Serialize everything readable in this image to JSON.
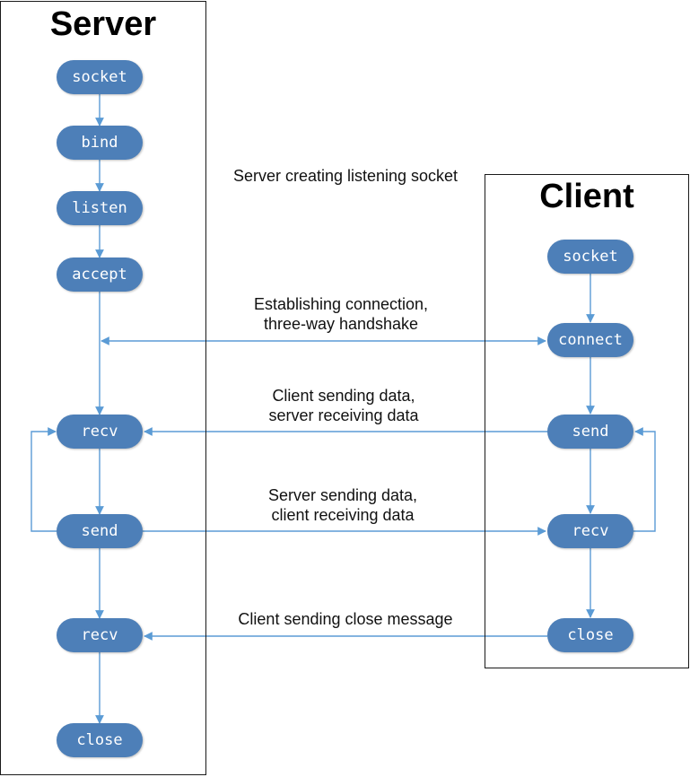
{
  "lanes": {
    "server": {
      "title": "Server"
    },
    "client": {
      "title": "Client"
    }
  },
  "server_nodes": {
    "socket": "socket",
    "bind": "bind",
    "listen": "listen",
    "accept": "accept",
    "recv1": "recv",
    "send": "send",
    "recv2": "recv",
    "close": "close"
  },
  "client_nodes": {
    "socket": "socket",
    "connect": "connect",
    "send": "send",
    "recv": "recv",
    "close": "close"
  },
  "labels": {
    "listening": "Server creating listening socket",
    "handshake": [
      "Establishing connection,",
      "three-way handshake"
    ],
    "client_send": [
      "Client sending data,",
      "server receiving data"
    ],
    "server_send": [
      "Server sending data,",
      "client receiving data"
    ],
    "close_msg": "Client sending close message"
  },
  "colors": {
    "node_fill": "#4d7fb8",
    "node_text": "#ffffff",
    "connector": "#5b9bd5",
    "lane_border": "#1a1a1a"
  }
}
